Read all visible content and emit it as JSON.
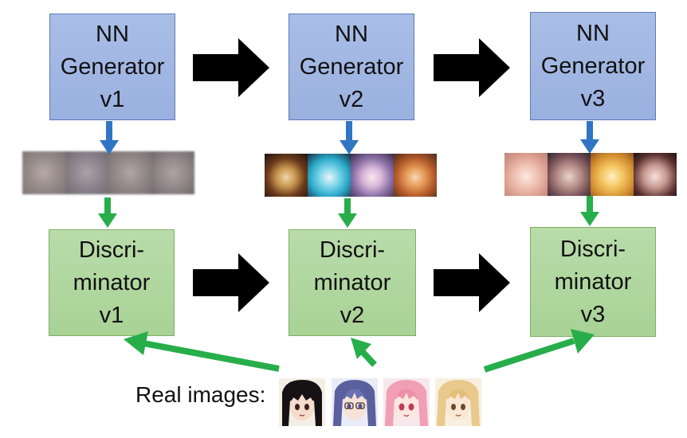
{
  "generators": [
    {
      "label": "NN\nGenerator\nv1"
    },
    {
      "label": "NN\nGenerator\nv2"
    },
    {
      "label": "NN\nGenerator\nv3"
    }
  ],
  "discriminators": [
    {
      "label": "Discri-\nminator\nv1"
    },
    {
      "label": "Discri-\nminator\nv2"
    },
    {
      "label": "Discri-\nminator\nv3"
    }
  ],
  "real_images_label": "Real images:",
  "colors": {
    "generator_fill": "#a3b8e3",
    "discriminator_fill": "#add597",
    "blue_arrow": "#2f75c2",
    "green_arrow": "#27ae4a",
    "flow_arrow": "#000000"
  },
  "icons": [
    "generated-image-strip",
    "anime-face-thumbnail"
  ]
}
